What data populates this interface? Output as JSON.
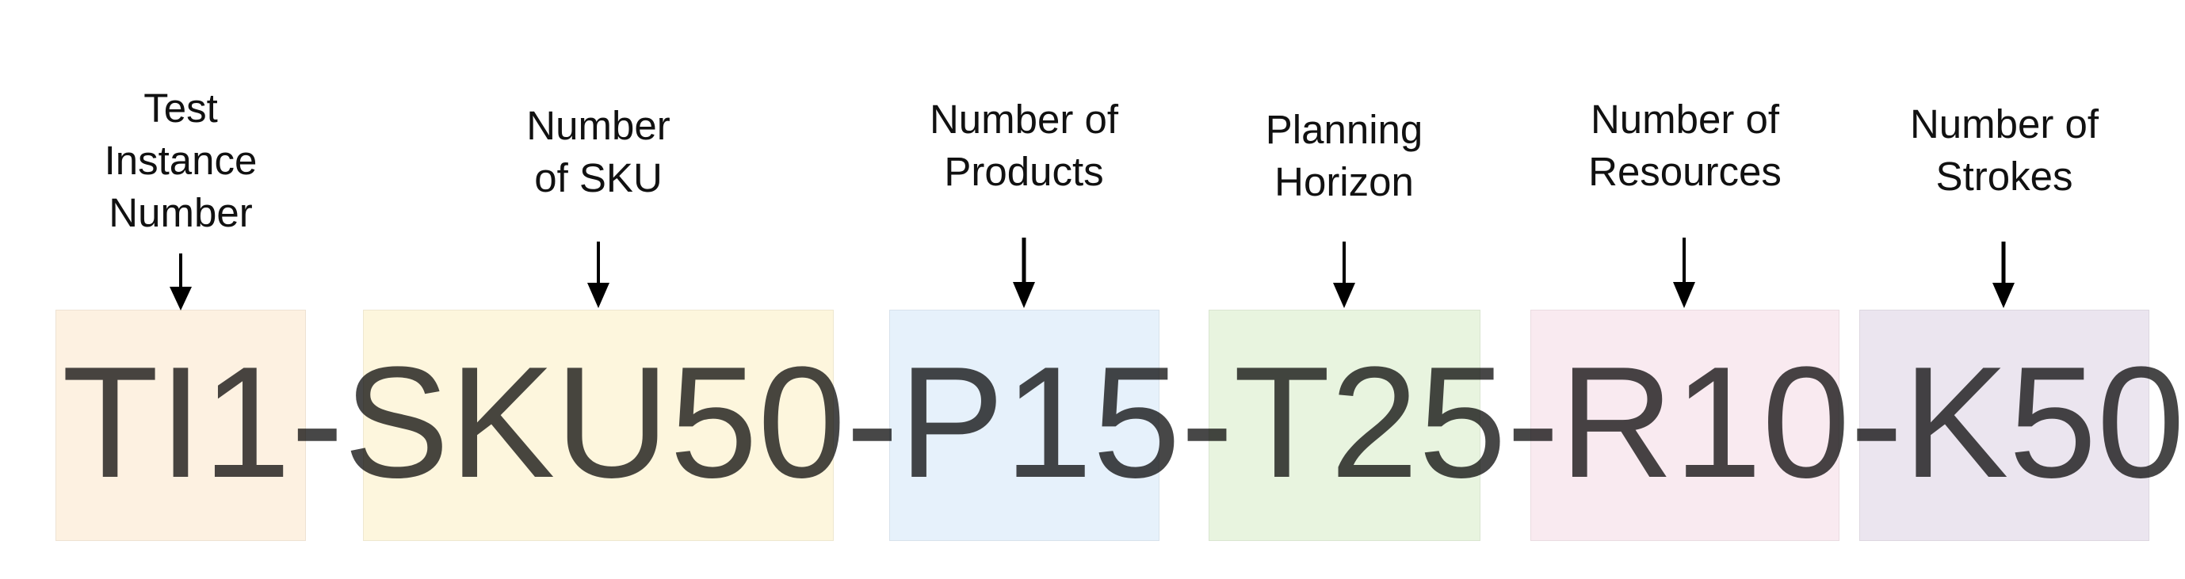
{
  "diagram": {
    "segments": [
      {
        "key": "ti",
        "code": "TI1",
        "label": "Test\nInstance\nNumber",
        "color": "#fdf1e1"
      },
      {
        "key": "sku",
        "code": "SKU50",
        "label": "Number\nof SKU",
        "color": "#fdf6dd"
      },
      {
        "key": "p",
        "code": "P15",
        "label": "Number of\nProducts",
        "color": "#e6f1fb"
      },
      {
        "key": "t",
        "code": "T25",
        "label": "Planning\nHorizon",
        "color": "#e8f4df"
      },
      {
        "key": "r",
        "code": "R10",
        "label": "Number of\nResources",
        "color": "#f9eaf0"
      },
      {
        "key": "k",
        "code": "K50",
        "label": "Number of\nStrokes",
        "color": "#ebe5ef"
      }
    ],
    "code_text": "TI1-SKU50-P15-T25-R10-K50",
    "text_color": "#111111",
    "arrow_color": "#000000"
  }
}
